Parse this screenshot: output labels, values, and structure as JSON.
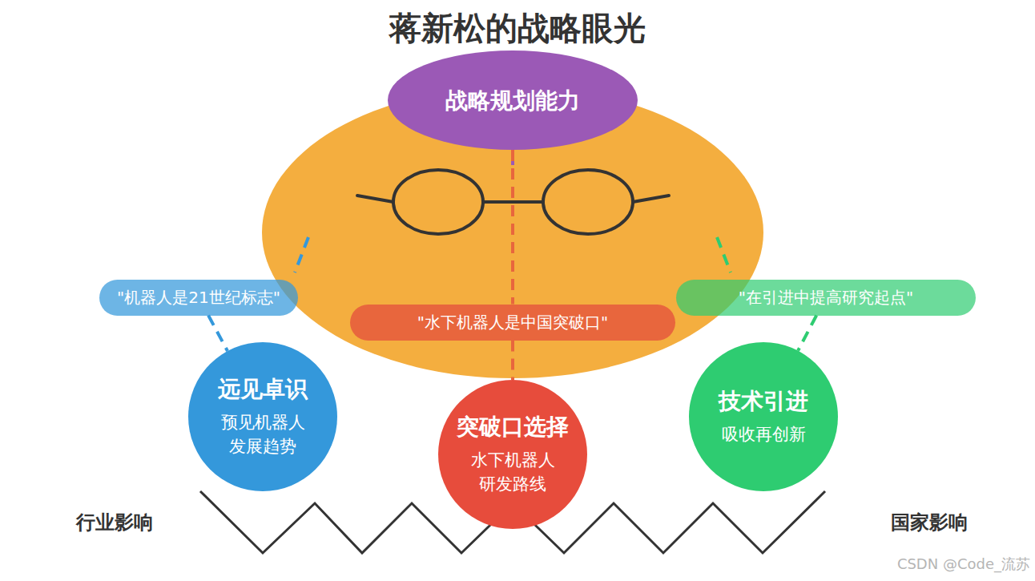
{
  "diagram": {
    "title": "蒋新松的战略眼光",
    "nodes": [
      {
        "text": [
          "战略规划能力"
        ]
      },
      {
        "text": [
          "\"机器人是21世纪标志\""
        ]
      },
      {
        "text": [
          "\"水下机器人是中国突破口\""
        ]
      },
      {
        "text": [
          "\"在引进中提高研究起点\""
        ]
      },
      {
        "text": [
          "远见卓识",
          "预见机器人 发展趋势"
        ]
      },
      {
        "text": [
          "突破口选择",
          "水下机器人 研发路线"
        ]
      },
      {
        "text": [
          "技术引进",
          "吸收再创新"
        ]
      }
    ],
    "edges": [
      {
        "from": 0,
        "to": 2,
        "arrow": "none"
      },
      {
        "from": 1,
        "to": 4,
        "arrow": "none"
      },
      {
        "from": 2,
        "to": 5,
        "arrow": "none"
      },
      {
        "from": 3,
        "to": 6,
        "arrow": "none"
      }
    ],
    "labels": [
      "行业影响",
      "国家影响",
      "CSDN @Code_流苏"
    ]
  }
}
